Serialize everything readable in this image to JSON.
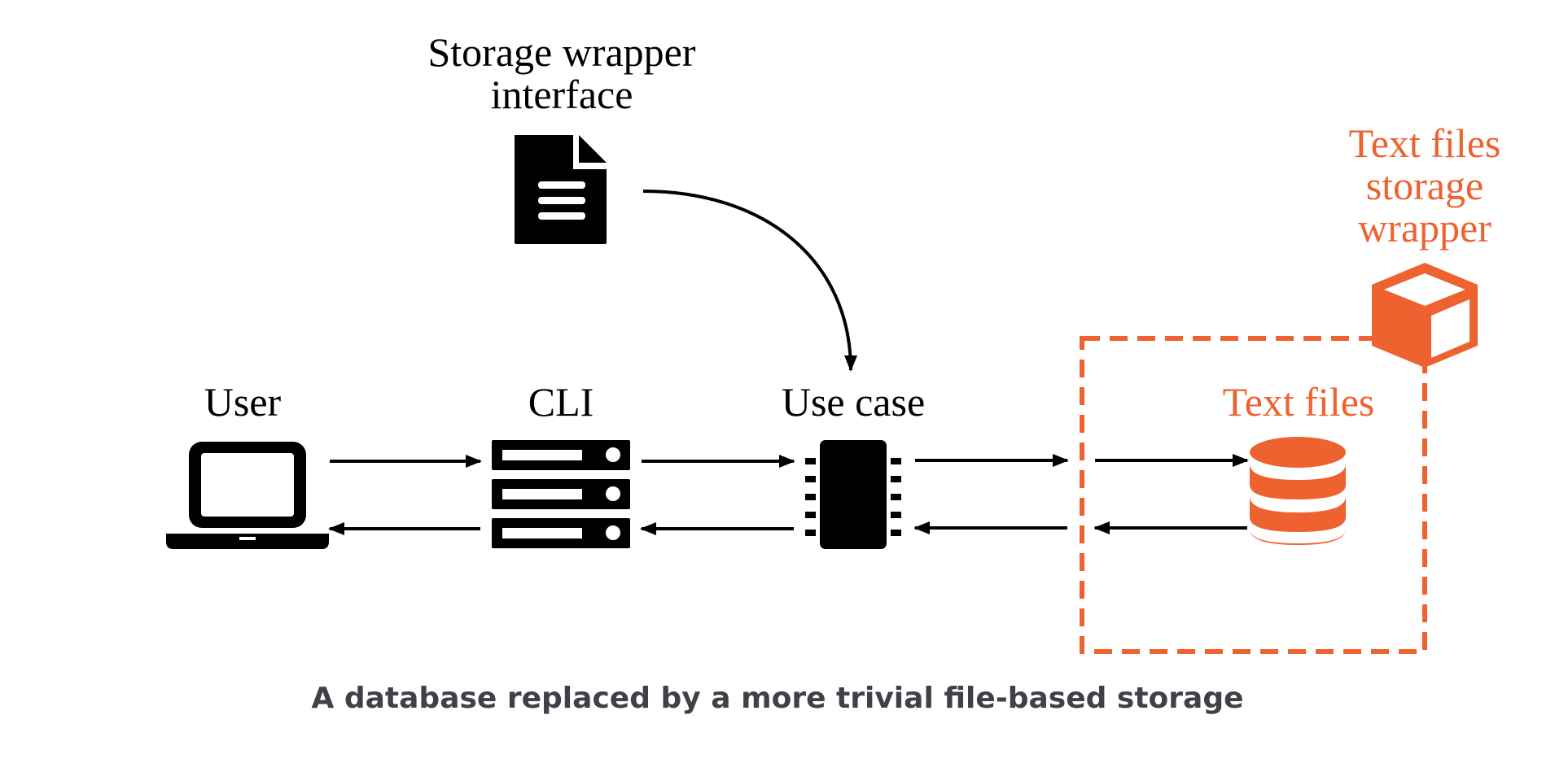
{
  "colors": {
    "ink": "#000000",
    "accent": "#ee6230",
    "caption": "#3f4149",
    "background": "#ffffff"
  },
  "nodes": {
    "interface": {
      "label_line1": "Storage wrapper",
      "label_line2": "interface",
      "icon": "document-icon"
    },
    "user": {
      "label": "User",
      "icon": "laptop-icon"
    },
    "cli": {
      "label": "CLI",
      "icon": "server-icon"
    },
    "use_case": {
      "label": "Use case",
      "icon": "chip-icon"
    },
    "text_files": {
      "label": "Text files",
      "icon": "database-icon"
    },
    "wrapper": {
      "label_line1": "Text files",
      "label_line2": "storage",
      "label_line3": "wrapper",
      "icon": "cube-icon"
    }
  },
  "caption": "A database replaced by a more trivial file-based storage"
}
